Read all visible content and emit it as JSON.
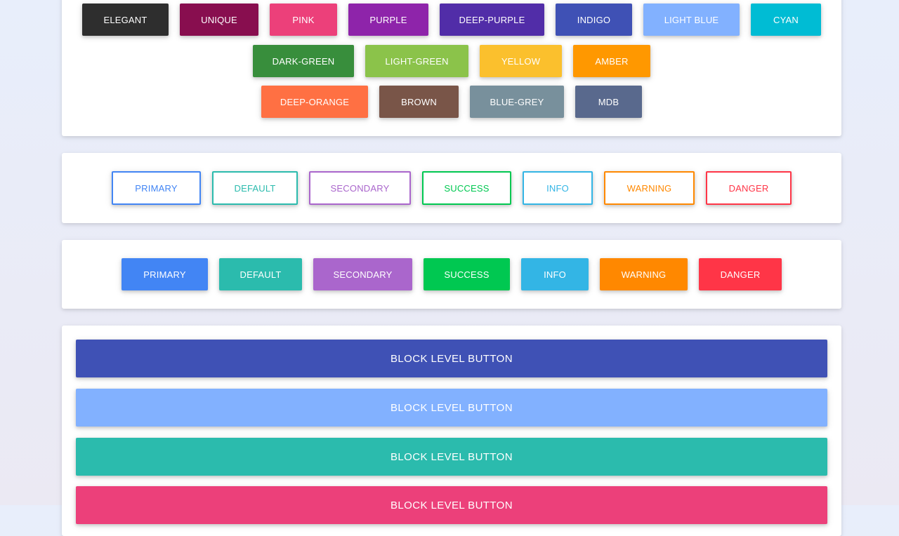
{
  "color_buttons": {
    "row1": [
      {
        "label": "ELEGANT",
        "color": "#2e2e2e"
      },
      {
        "label": "UNIQUE",
        "color": "#880e4f"
      },
      {
        "label": "PINK",
        "color": "#ec407a"
      },
      {
        "label": "PURPLE",
        "color": "#8e24aa"
      },
      {
        "label": "DEEP-PURPLE",
        "color": "#512da8"
      },
      {
        "label": "INDIGO",
        "color": "#3f51b5"
      },
      {
        "label": "LIGHT BLUE",
        "color": "#82b1ff"
      },
      {
        "label": "CYAN",
        "color": "#00bcd4"
      }
    ],
    "row2": [
      {
        "label": "DARK-GREEN",
        "color": "#388e3c"
      },
      {
        "label": "LIGHT-GREEN",
        "color": "#8bc34a"
      },
      {
        "label": "YELLOW",
        "color": "#fbc02d"
      },
      {
        "label": "AMBER",
        "color": "#ff9800"
      }
    ],
    "row3": [
      {
        "label": "DEEP-ORANGE",
        "color": "#ff7043"
      },
      {
        "label": "BROWN",
        "color": "#795548"
      },
      {
        "label": "BLUE-GREY",
        "color": "#78909c"
      },
      {
        "label": "MDB",
        "color": "#59698d"
      }
    ]
  },
  "outline_buttons": [
    {
      "label": "PRIMARY",
      "color": "#4285f4"
    },
    {
      "label": "DEFAULT",
      "color": "#2bbbad"
    },
    {
      "label": "SECONDARY",
      "color": "#aa66cc"
    },
    {
      "label": "SUCCESS",
      "color": "#00c851"
    },
    {
      "label": "INFO",
      "color": "#33b5e5"
    },
    {
      "label": "WARNING",
      "color": "#ff8800"
    },
    {
      "label": "DANGER",
      "color": "#ff3547"
    }
  ],
  "solid_buttons": [
    {
      "label": "PRIMARY",
      "color": "#4285f4"
    },
    {
      "label": "DEFAULT",
      "color": "#2bbbad"
    },
    {
      "label": "SECONDARY",
      "color": "#aa66cc"
    },
    {
      "label": "SUCCESS",
      "color": "#00c851"
    },
    {
      "label": "INFO",
      "color": "#33b5e5"
    },
    {
      "label": "WARNING",
      "color": "#ff8800"
    },
    {
      "label": "DANGER",
      "color": "#ff3547"
    }
  ],
  "block_buttons": [
    {
      "label": "BLOCK LEVEL BUTTON",
      "color": "#3f51b5"
    },
    {
      "label": "BLOCK LEVEL BUTTON",
      "color": "#82b1ff"
    },
    {
      "label": "BLOCK LEVEL BUTTON",
      "color": "#2bbbad"
    },
    {
      "label": "BLOCK LEVEL BUTTON",
      "color": "#ec407a"
    }
  ]
}
